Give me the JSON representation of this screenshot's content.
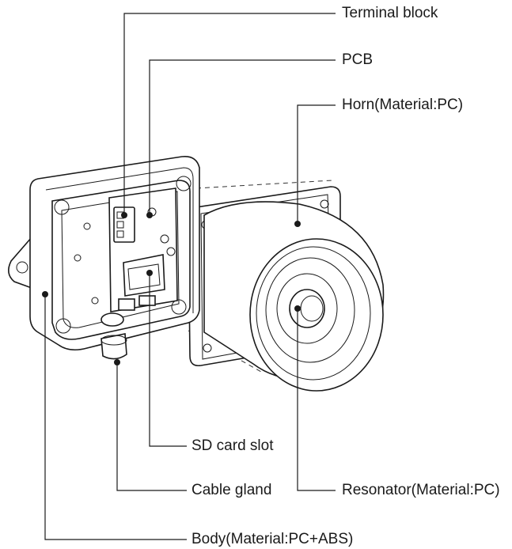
{
  "callouts": [
    {
      "id": "terminal-block",
      "text": "Terminal block"
    },
    {
      "id": "pcb",
      "text": "PCB"
    },
    {
      "id": "horn",
      "text": "Horn(Material:PC)"
    },
    {
      "id": "sd-card-slot",
      "text": "SD card slot"
    },
    {
      "id": "cable-gland",
      "text": "Cable gland"
    },
    {
      "id": "resonator",
      "text": "Resonator(Material:PC)"
    },
    {
      "id": "body",
      "text": "Body(Material:PC+ABS)"
    }
  ]
}
